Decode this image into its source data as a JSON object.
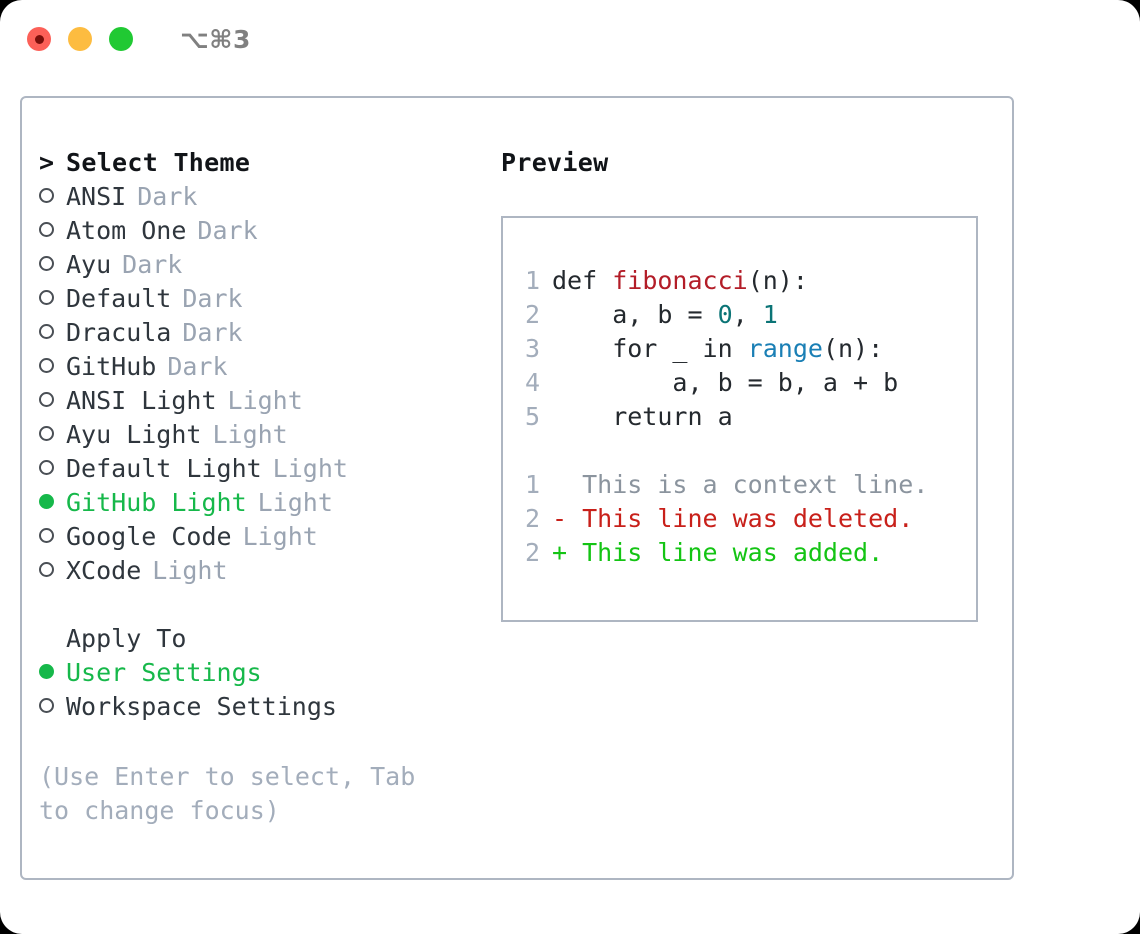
{
  "titlebar": {
    "shortcut": "⌥⌘3",
    "buttons": [
      "close",
      "minimize",
      "maximize"
    ]
  },
  "theme_list": {
    "header": {
      "marker": ">",
      "label": "Select Theme"
    },
    "items": [
      {
        "marker": "○",
        "label": "ANSI",
        "variant": "Dark",
        "selected": false
      },
      {
        "marker": "○",
        "label": "Atom One",
        "variant": "Dark",
        "selected": false
      },
      {
        "marker": "○",
        "label": "Ayu",
        "variant": "Dark",
        "selected": false
      },
      {
        "marker": "○",
        "label": "Default",
        "variant": "Dark",
        "selected": false
      },
      {
        "marker": "○",
        "label": "Dracula",
        "variant": "Dark",
        "selected": false
      },
      {
        "marker": "○",
        "label": "GitHub",
        "variant": "Dark",
        "selected": false
      },
      {
        "marker": "○",
        "label": "ANSI Light",
        "variant": "Light",
        "selected": false
      },
      {
        "marker": "○",
        "label": "Ayu Light",
        "variant": "Light",
        "selected": false
      },
      {
        "marker": "○",
        "label": "Default Light",
        "variant": "Light",
        "selected": false
      },
      {
        "marker": "●",
        "label": "GitHub Light",
        "variant": "Light",
        "selected": true
      },
      {
        "marker": "○",
        "label": "Google Code",
        "variant": "Light",
        "selected": false
      },
      {
        "marker": "○",
        "label": "XCode",
        "variant": "Light",
        "selected": false
      }
    ]
  },
  "apply_to": {
    "header": "Apply To",
    "items": [
      {
        "marker": "●",
        "label": "User Settings",
        "selected": true
      },
      {
        "marker": "○",
        "label": "Workspace Settings",
        "selected": false
      }
    ]
  },
  "hint": "(Use Enter to select, Tab to change focus)",
  "preview": {
    "title": "Preview",
    "code_lines": [
      {
        "num": "1",
        "tokens": [
          {
            "t": "def ",
            "c": "plain"
          },
          {
            "t": "fibonacci",
            "c": "fn"
          },
          {
            "t": "(n):",
            "c": "plain"
          }
        ]
      },
      {
        "num": "2",
        "tokens": [
          {
            "t": "    a, b = ",
            "c": "plain"
          },
          {
            "t": "0",
            "c": "num"
          },
          {
            "t": ", ",
            "c": "plain"
          },
          {
            "t": "1",
            "c": "num"
          }
        ]
      },
      {
        "num": "3",
        "tokens": [
          {
            "t": "    for _ in ",
            "c": "plain"
          },
          {
            "t": "range",
            "c": "builtin"
          },
          {
            "t": "(n):",
            "c": "plain"
          }
        ]
      },
      {
        "num": "4",
        "tokens": [
          {
            "t": "        a, b = b, a + b",
            "c": "plain"
          }
        ]
      },
      {
        "num": "5",
        "tokens": [
          {
            "t": "    return a",
            "c": "plain"
          }
        ]
      }
    ],
    "diff_lines": [
      {
        "num": "1",
        "sign": " ",
        "text": " This is a context line.",
        "kind": "context"
      },
      {
        "num": "2",
        "sign": "-",
        "text": " This line was deleted.",
        "kind": "deleted"
      },
      {
        "num": "2",
        "sign": "+",
        "text": " This line was added.",
        "kind": "added"
      }
    ]
  },
  "colors": {
    "accent_green": "#16b84a",
    "diff_added": "#14c414",
    "diff_deleted": "#c8201a",
    "function_name": "#b31d28",
    "number_literal": "#0b7476",
    "builtin": "#1a7fb5",
    "muted": "#9aa4b2",
    "border": "#aeb6c2"
  }
}
